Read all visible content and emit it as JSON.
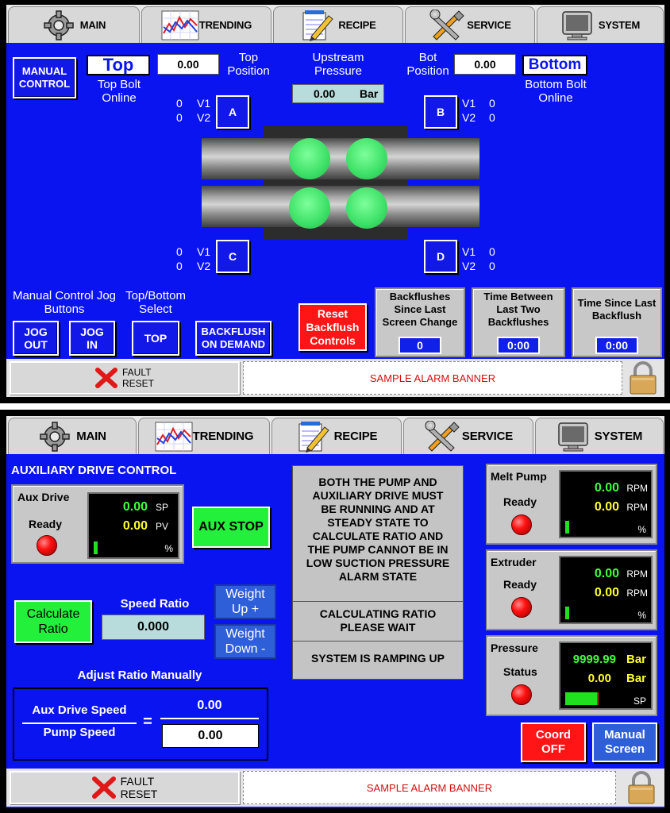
{
  "screen1": {
    "tabs": [
      "MAIN",
      "TRENDING",
      "RECIPE",
      "SERVICE",
      "SYSTEM"
    ],
    "manual_control": [
      "MANUAL",
      "CONTROL"
    ],
    "top": {
      "button": "Top",
      "status_line1": "Top Bolt",
      "status_line2": "Online",
      "value": "0.00",
      "label_line1": "Top",
      "label_line2": "Position"
    },
    "upstream": {
      "label_line1": "Upstream",
      "label_line2": "Pressure",
      "value": "0.00",
      "unit": "Bar"
    },
    "bot": {
      "label_line1": "Bot",
      "label_line2": "Position",
      "value": "0.00",
      "button": "Bottom",
      "status_line1": "Bottom Bolt",
      "status_line2": "Online"
    },
    "valves": {
      "a": {
        "label": "A",
        "v1": "V1",
        "v1_val": "0",
        "v2": "V2",
        "v2_val": "0"
      },
      "b": {
        "label": "B",
        "v1": "V1",
        "v1_val": "0",
        "v2": "V2",
        "v2_val": "0"
      },
      "c": {
        "label": "C",
        "v1": "V1",
        "v1_val": "0",
        "v2": "V2",
        "v2_val": "0"
      },
      "d": {
        "label": "D",
        "v1": "V1",
        "v1_val": "0",
        "v2": "V2",
        "v2_val": "0"
      }
    },
    "jog": {
      "label_line1": "Manual Control Jog",
      "label_line2": "Buttons",
      "out": [
        "JOG",
        "OUT"
      ],
      "in": [
        "JOG",
        "IN"
      ]
    },
    "select": {
      "label_line1": "Top/Bottom",
      "label_line2": "Select",
      "button": "TOP"
    },
    "backflush_on_demand": [
      "BACKFLUSH",
      "ON DEMAND"
    ],
    "reset_backflush": [
      "Reset",
      "Backflush",
      "Controls"
    ],
    "backflushes_since": {
      "lines": [
        "Backflushes",
        "Since Last",
        "Screen Change"
      ],
      "value": "0"
    },
    "time_between": {
      "lines": [
        "Time Between",
        "Last Two",
        "Backflushes"
      ],
      "value": "0:00"
    },
    "time_since": {
      "lines": [
        "Time Since Last",
        "Backflush"
      ],
      "value": "0:00"
    },
    "fault": [
      "FAULT",
      "RESET"
    ],
    "alarm_banner": "SAMPLE ALARM BANNER"
  },
  "screen2": {
    "tabs": [
      "MAIN",
      "TRENDING",
      "RECIPE",
      "SERVICE",
      "SYSTEM"
    ],
    "title": "AUXILIARY DRIVE CONTROL",
    "aux_drive": {
      "label": "Aux Drive",
      "status": "Ready",
      "sp_value": "0.00",
      "sp_label": "SP",
      "pv_value": "0.00",
      "pv_label": "PV",
      "unit": "%",
      "level_percent": 0
    },
    "aux_stop": "AUX STOP",
    "calculate_ratio": [
      "Calculate",
      "Ratio"
    ],
    "speed_ratio": {
      "label": "Speed Ratio",
      "value": "0.000"
    },
    "weight_up": [
      "Weight",
      "Up +"
    ],
    "weight_down": [
      "Weight",
      "Down -"
    ],
    "adjust": {
      "label": "Adjust Ratio Manually",
      "numerator_label": "Aux Drive Speed",
      "denominator_label": "Pump Speed",
      "equals": "=",
      "numerator_value": "0.00",
      "denominator_value": "0.00"
    },
    "messages": {
      "warning": [
        "BOTH THE PUMP AND",
        "AUXILIARY DRIVE MUST",
        "BE RUNNING AND AT",
        "STEADY STATE TO",
        "CALCULATE RATIO AND",
        "THE PUMP CANNOT BE IN",
        "LOW SUCTION PRESSURE",
        "ALARM STATE"
      ],
      "calculating": [
        "CALCULATING RATIO",
        "PLEASE WAIT"
      ],
      "ramping": "SYSTEM IS RAMPING UP"
    },
    "melt_pump": {
      "label": "Melt Pump",
      "status": "Ready",
      "value1": "0.00",
      "unit1": "RPM",
      "value2": "0.00",
      "unit2": "RPM",
      "unit": "%"
    },
    "extruder": {
      "label": "Extruder",
      "status": "Ready",
      "value1": "0.00",
      "unit1": "RPM",
      "value2": "0.00",
      "unit2": "RPM",
      "unit": "%"
    },
    "pressure": {
      "label": "Pressure",
      "status": "Status",
      "value1": "9999.99",
      "unit1": "Bar",
      "value2": "0.00",
      "unit2": "Bar",
      "sp": "SP"
    },
    "coord_off": [
      "Coord",
      "OFF"
    ],
    "manual_screen": [
      "Manual",
      "Screen"
    ],
    "fault": [
      "FAULT",
      "RESET"
    ],
    "alarm_banner": "SAMPLE ALARM BANNER"
  },
  "colors": {
    "screen_blue": "#0a14f0",
    "green_button": "#22f03a",
    "red_button": "#ff1515",
    "led_red": "#ff1010"
  }
}
